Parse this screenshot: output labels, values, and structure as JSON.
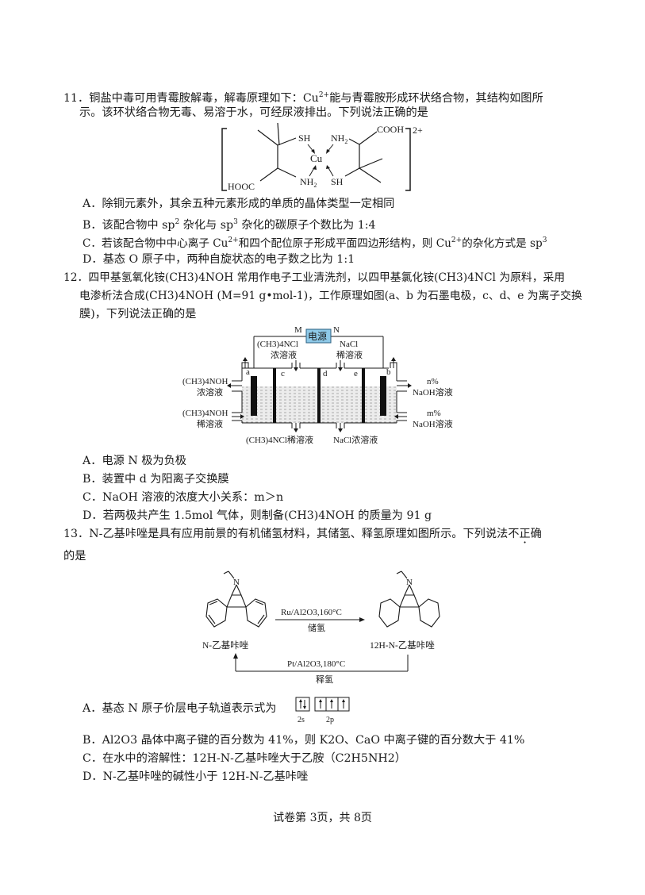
{
  "q11": {
    "number": "11．",
    "stem_line1_a": "铜盐中毒可用青霉胺解毒，解毒原理如下：Cu",
    "stem_line1_sup": "2+",
    "stem_line1_b": "能与青霉胺形成环状络合物，其结构如图所",
    "stem_line2": "示。该环状络合物无毒、易溶于水，可经尿液排出。下列说法正确的是",
    "figure": {
      "charge": "2+",
      "center": "Cu",
      "ligands": [
        "SH",
        "NH2",
        "NH2",
        "SH"
      ],
      "groups": [
        "COOH",
        "HOOC"
      ]
    },
    "options": [
      {
        "label": "A．",
        "text": "除铜元素外，其余五种元素形成的单质的晶体类型一定相同"
      },
      {
        "label": "B．",
        "text_a": "该配合物中 sp",
        "sup1": "2",
        "text_b": " 杂化与 sp",
        "sup2": "3",
        "text_c": " 杂化的碳原子个数比为 1:4"
      },
      {
        "label": "C．",
        "text_a": "若该配合物中中心离子 Cu",
        "sup1": "2+",
        "text_b": "和四个配位原子形成平面四边形结构，则 Cu",
        "sup2": "2+",
        "text_c": "的杂化方式是 sp",
        "sup3": "3"
      },
      {
        "label": "D．",
        "text": "基态 O 原子中，两种自旋状态的电子数之比为 1:1"
      }
    ]
  },
  "q12": {
    "number": "12．",
    "stem_line1": "四甲基氢氧化铵(CH3)4NOH 常用作电子工业清洗剂，以四甲基氯化铵(CH3)4NCl 为原料，采用",
    "stem_line2": "电渗析法合成(CH3)4NOH (M=91 g•mol-1)，工作原理如图(a、b 为石墨电极，c、d、e 为离子交换",
    "stem_line3": "膜)，下列说法正确的是",
    "figure": {
      "power_label": "电源",
      "pole_left": "M",
      "pole_right": "N",
      "top_in_left_1": "(CH3)4NCl",
      "top_in_left_2": "浓溶液",
      "top_in_right_1": "NaCl",
      "top_in_right_2": "稀溶液",
      "left_out_1": "(CH3)4NOH",
      "left_out_2": "浓溶液",
      "left_in_1": "(CH3)4NOH",
      "left_in_2": "稀溶液",
      "right_out_1": "n%",
      "right_out_2": "NaOH溶液",
      "right_in_1": "m%",
      "right_in_2": "NaOH溶液",
      "bottom_left": "(CH3)4NCl稀溶液",
      "bottom_right": "NaCl浓溶液",
      "electrode_a": "a",
      "electrode_b": "b",
      "membrane_c": "c",
      "membrane_d": "d",
      "membrane_e": "e"
    },
    "options": [
      {
        "label": "A．",
        "text": "电源 N 极为负极"
      },
      {
        "label": "B．",
        "text": "装置中 d 为阳离子交换膜"
      },
      {
        "label": "C．",
        "text": "NaOH 溶液的浓度大小关系：m＞n"
      },
      {
        "label": "D．",
        "text": "若两极共产生 1.5mol 气体，则制备(CH3)4NOH 的质量为 91 g"
      }
    ]
  },
  "q13": {
    "number": "13．",
    "stem_line1_a": "N-乙基咔唑是具有应用前景的有机储氢材料，其储氢、释氢原理如图所示。下列说法",
    "stem_emph": "不正确",
    "stem_line2": "的是",
    "figure": {
      "left_name": "N-乙基咔唑",
      "right_name": "12H-N-乙基咔唑",
      "forward_cond": "Ru/Al2O3,160°C",
      "forward_label": "储氢",
      "reverse_cond": "Pt/Al2O3,180°C",
      "reverse_label": "释氢"
    },
    "options": [
      {
        "label": "A．",
        "text": "基态 N 原子价层电子轨道表示式为",
        "orb_2s": "2s",
        "orb_2p": "2p"
      },
      {
        "label": "B．",
        "text": "Al2O3 晶体中离子键的百分数为 41%，则 K2O、CaO 中离子键的百分数大于 41%"
      },
      {
        "label": "C．",
        "text": "在水中的溶解性：12H-N-乙基咔唑大于乙胺（C2H5NH2）"
      },
      {
        "label": "D．",
        "text": "N-乙基咔唑的碱性小于 12H-N-乙基咔唑"
      }
    ]
  },
  "footer": {
    "page_text": "试卷第 3页，共 8页"
  }
}
